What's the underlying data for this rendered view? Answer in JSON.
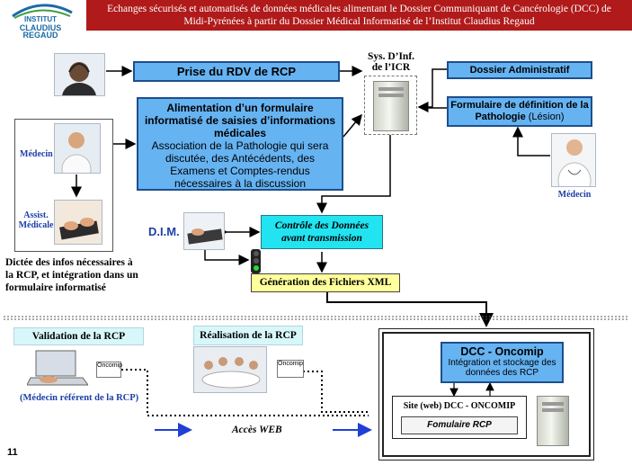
{
  "header": {
    "logo_lines": [
      "INSTITUT",
      "CLAUDIUS",
      "REGAUD"
    ],
    "title_line1": "Echanges sécurisés et automatisés de données médicales alimentant le Dossier Communiquant de Cancérologie (DCC) de",
    "title_line2": "Midi-Pyrénées à partir du Dossier Médical Informatisé de l’Institut Claudius Regaud"
  },
  "boxes": {
    "rdv": "Prise du RDV de RCP",
    "form_title": "Alimentation d’un formulaire informatisé de saisies d’informations médicales",
    "form_body": "Association de la Pathologie qui sera discutée, des Antécédents, des Examens et Comptes-rendus nécessaires à la discussion",
    "sys_label_line1": "Sys. D’Inf.",
    "sys_label_line2": "de l’ICR",
    "dossier_admin": "Dossier Administratif",
    "formulaire_def_bold": "Formulaire de définition de la Pathologie",
    "formulaire_def_rest": "(Lésion)",
    "controle_line1": "Contrôle des Données",
    "controle_line2": "avant transmission",
    "generation": "Génération des Fichiers XML",
    "dcc_title": "DCC - Oncomip",
    "dcc_body": "Intégration et stockage des données des RCP",
    "site_web": "Site (web) DCC - ONCOMIP",
    "formulaire_rcp": "Fomulaire RCP"
  },
  "labels": {
    "medecin_left": "Médecin",
    "assist_line1": "Assist.",
    "assist_line2": "Médicale",
    "medecin_right": "Médecin",
    "dim": "D.I.M.",
    "dictee": "Dictée des infos nécessaires à la RCP, et intégration dans un formulaire informatisé",
    "validation": "Validation de la RCP",
    "realisation": "Réalisation  de la RCP",
    "medecin_referent": "(Médecin référent de la RCP)",
    "acces_web": "Accès WEB",
    "oncomip_small": "Oncomip",
    "page_number": "11"
  },
  "colors": {
    "banner": "#b01a1a",
    "blue_box": "#66b3f2",
    "cyan_box": "#22e4f1",
    "yellow_box": "#ffff9c",
    "label_blue": "#1e3fa8",
    "arrow_blue": "#1f3fd6"
  },
  "icons": [
    "server-icon",
    "headset-person-icon",
    "doctor-icon",
    "typing-hands-icon",
    "traffic-light-icon",
    "laptop-icon",
    "meeting-icon"
  ]
}
